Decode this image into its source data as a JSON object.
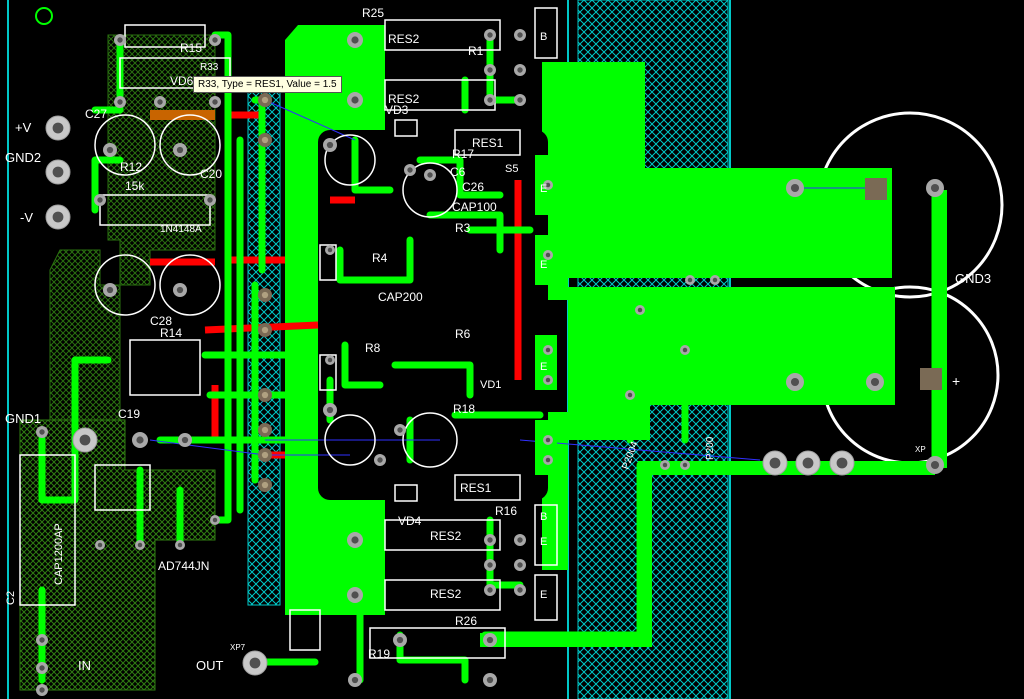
{
  "tooltip": "R33, Type = RES1, Value = 1.5",
  "connectors": {
    "v_plus": "+V",
    "gnd2": "GND2",
    "v_minus": "-V",
    "gnd1": "GND1",
    "gnd3": "GND3",
    "input": "IN",
    "output": "OUT",
    "xp7": "XP7",
    "xp": "XP",
    "plus": "+"
  },
  "labels": {
    "R25": "R25",
    "RES2_a": "RES2",
    "RES2_b": "RES2",
    "R1": "R1",
    "VD3": "VD3",
    "R33": "R33",
    "R15": "R15",
    "VD6": "VD6",
    "C27": "C27",
    "R12": "R12",
    "v15k": "15k",
    "C20": "C20",
    "n4148": "1N4148A",
    "C28": "C28",
    "R14": "R14",
    "R17": "R17",
    "RES1_a": "RES1",
    "C6": "C6",
    "C26": "C26",
    "CAP100": "CAP100",
    "R3": "R3",
    "R4": "R4",
    "CAP200": "CAP200",
    "R6": "R6",
    "R8": "R8",
    "R18": "R18",
    "RES1_b": "RES1",
    "R16": "R16",
    "RES2_c": "RES2",
    "RES2_d": "RES2",
    "R26": "R26",
    "R19": "R19",
    "VD4": "VD4",
    "C19": "C19",
    "AD744JN": "AD744JN",
    "CAP1200AP": "CAP1200AP",
    "C2": "C2",
    "E1": "E",
    "E2": "E",
    "E3": "E",
    "E4": "E",
    "E5": "E",
    "B1": "B",
    "B2": "B",
    "P200": "P200",
    "P2004": "P2004",
    "S5": "S5",
    "VD1": "VD1"
  },
  "colors": {
    "board": "#000000",
    "copper": "#00ff00",
    "hatch": "#00c8c8",
    "trace_red": "#ff0000",
    "silk": "#ffffff",
    "pad_inner": "#7a6a55",
    "olive": "#2f7d12",
    "ratsnest": "#3030ff",
    "orange": "#c86400"
  }
}
